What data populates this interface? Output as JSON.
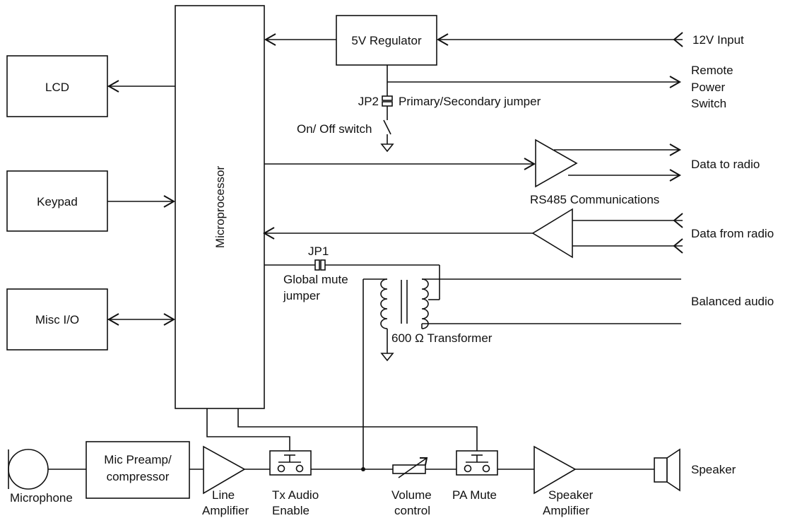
{
  "blocks": {
    "lcd": "LCD",
    "keypad": "Keypad",
    "misc_io": "Misc I/O",
    "microprocessor": "Microprocessor",
    "regulator": "5V Regulator",
    "mic_preamp_line1": "Mic Preamp/",
    "mic_preamp_line2": "compressor"
  },
  "labels": {
    "input_12v": "12V Input",
    "remote_line1": "Remote",
    "remote_line2": "Power",
    "remote_line3": "Switch",
    "jp2": "JP2",
    "jp2_desc": "Primary/Secondary jumper",
    "on_off_switch": "On/ Off switch",
    "data_to_radio": "Data to radio",
    "rs485": "RS485 Communications",
    "data_from_radio": "Data from radio",
    "jp1": "JP1",
    "global_mute_line1": "Global mute",
    "global_mute_line2": "jumper",
    "balanced_audio": "Balanced audio",
    "transformer": "600 Ω Transformer",
    "microphone": "Microphone",
    "line_amp_line1": "Line",
    "line_amp_line2": "Amplifier",
    "tx_audio_line1": "Tx Audio",
    "tx_audio_line2": "Enable",
    "volume_line1": "Volume",
    "volume_line2": "control",
    "pa_mute": "PA Mute",
    "speaker_amp_line1": "Speaker",
    "speaker_amp_line2": "Amplifier",
    "speaker": "Speaker"
  }
}
